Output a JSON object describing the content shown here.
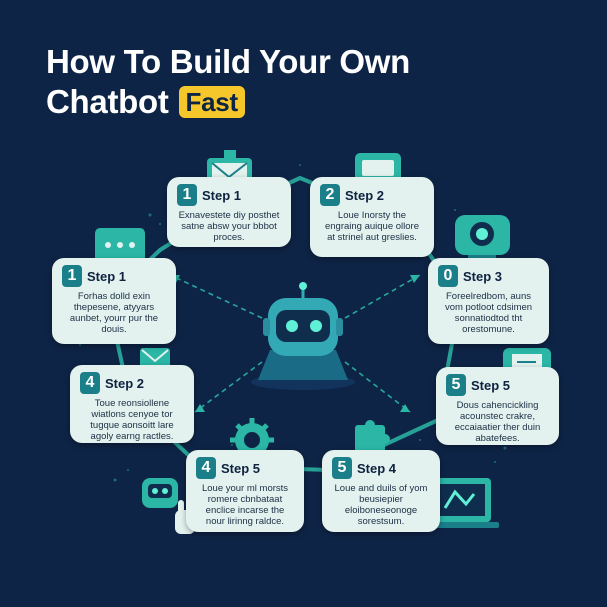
{
  "title": {
    "line1": "How To Build Your Own",
    "line2": "Chatbot",
    "accent": "Fast"
  },
  "colors": {
    "background": "#0e2446",
    "card": "#e3f2ee",
    "accent_yellow": "#f6c72a",
    "teal": "#2bb6a6",
    "step_badge": "#1b7f8a"
  },
  "steps": [
    {
      "num": "1",
      "label": "Step 1",
      "desc": "Exnavestete diy posthet satne absw your bbbot proces."
    },
    {
      "num": "2",
      "label": "Step 2",
      "desc": "Loue Inorsty the engraing auique ollore at strinel aut greslies."
    },
    {
      "num": "0",
      "label": "Step 3",
      "desc": "Foreelredbom, auns vom potloot cdsimen sonnatiodtod tht orestomune."
    },
    {
      "num": "5",
      "label": "Step 5",
      "desc": "Dous cahencickling acounstec crakre, eccaiaatier ther duin abatefees."
    },
    {
      "num": "5",
      "label": "Step 4",
      "desc": "Loue and duils of yom beusiepier eloiboneseonoge sorestsum."
    },
    {
      "num": "4",
      "label": "Step 5",
      "desc": "Loue your ml morsts romere cbnbataat enclice incarse the nour lirinng raldce."
    },
    {
      "num": "4",
      "label": "Step 2",
      "desc": "Toue reonsiollene wiatlons cenyoe tor tugque aonsoitt lare agoly earng ractles."
    },
    {
      "num": "1",
      "label": "Step 1",
      "desc": "Forhas dolld exin thepesene, atyyars aunbet, yourr pur the douis."
    }
  ],
  "icons": [
    "envelope-icon",
    "chat-bubble-icon",
    "webcam-robot-icon",
    "mobile-chat-icon",
    "puzzle-icon",
    "laptop-icon",
    "gear-icon",
    "mini-robot-icon",
    "hand-icon",
    "chat-dots-icon",
    "small-envelope-icon",
    "robot-center-icon"
  ]
}
